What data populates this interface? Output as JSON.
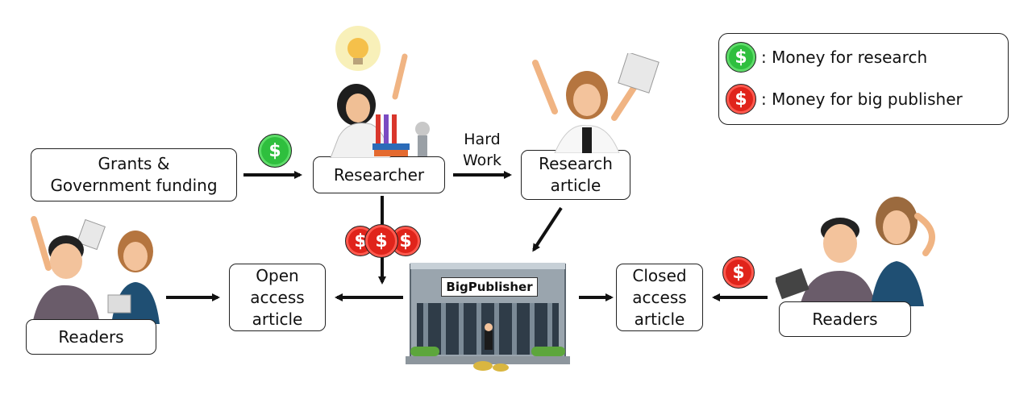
{
  "legend": {
    "green_label": ": Money for research",
    "red_label": ": Money for big publisher",
    "green_symbol": "$",
    "red_symbol": "$",
    "green_color": "#2fbf3e",
    "red_color": "#e0241b"
  },
  "nodes": {
    "funding": [
      "Grants &",
      "Government funding"
    ],
    "researcher": [
      "Researcher"
    ],
    "article": [
      "Research",
      "article"
    ],
    "open_article": [
      "Open",
      "access",
      "article"
    ],
    "closed_article": [
      "Closed",
      "access",
      "article"
    ],
    "readers_left": [
      "Readers"
    ],
    "readers_right": [
      "Readers"
    ],
    "publisher": "BigPublisher"
  },
  "edges": {
    "hard_work": [
      "Hard",
      "Work"
    ]
  },
  "coins": {
    "dollar": "$"
  }
}
